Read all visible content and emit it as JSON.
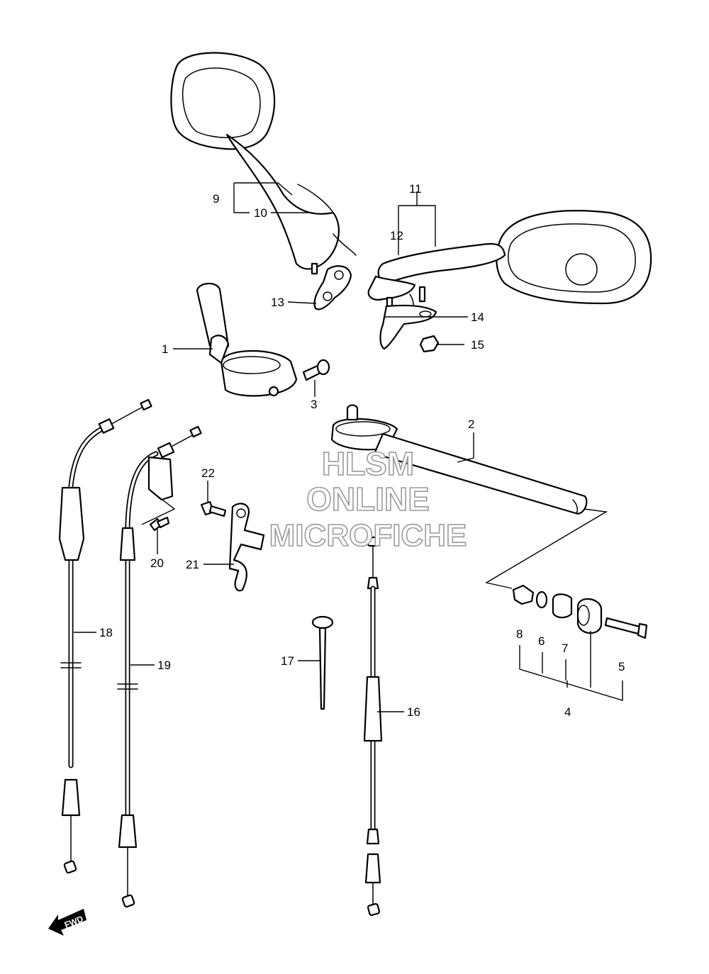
{
  "watermark": {
    "line1": "HLSM",
    "line2": "ONLINE",
    "line3": "MICROFICHE"
  },
  "fwd_label": "FWD",
  "callouts": [
    "1",
    "2",
    "3",
    "4",
    "5",
    "6",
    "7",
    "8",
    "9",
    "10",
    "11",
    "12",
    "13",
    "14",
    "15",
    "16",
    "17",
    "18",
    "19",
    "20",
    "21",
    "22"
  ]
}
